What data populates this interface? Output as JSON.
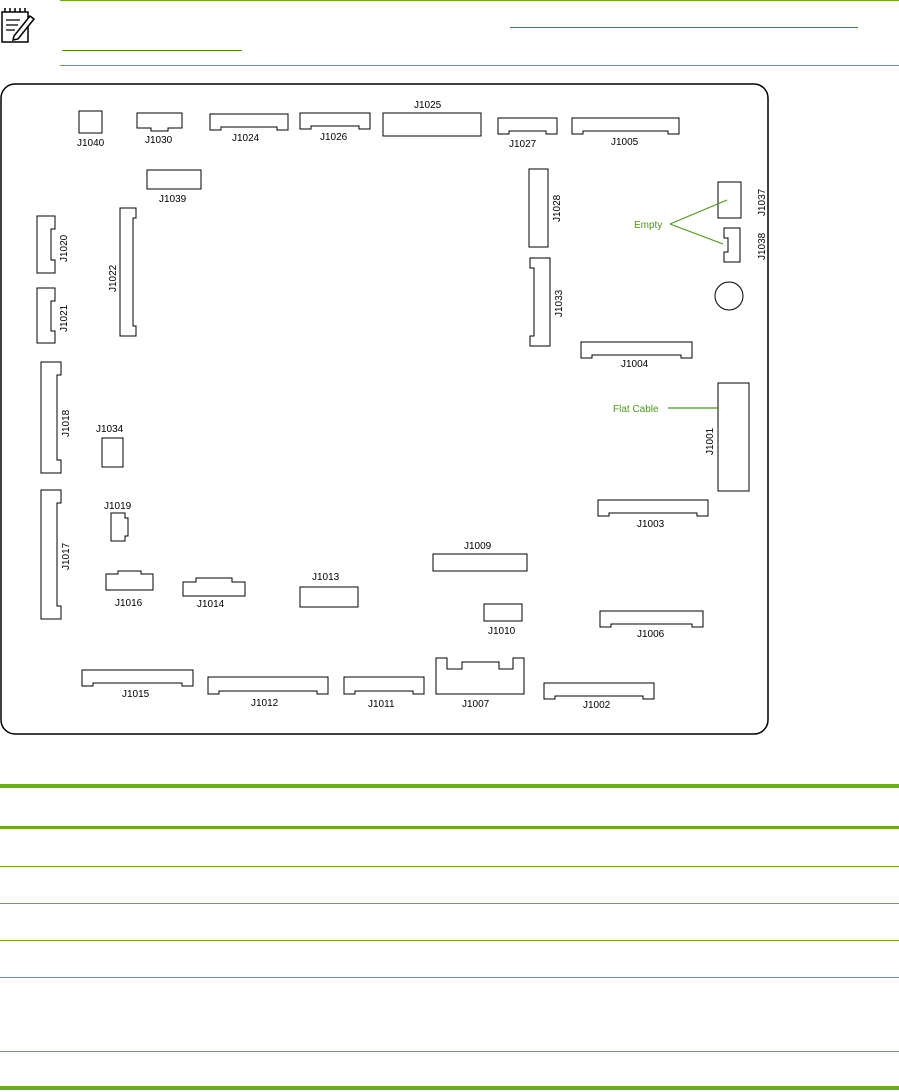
{
  "note": {
    "icon": "note-pencil-icon",
    "text": "",
    "link_text": ""
  },
  "colors": {
    "accent": "#6aac1c",
    "callout": "#4a9a14",
    "board_outline": "#000000"
  },
  "diagram": {
    "callouts": {
      "empty": "Empty",
      "flat_cable": "Flat Cable"
    },
    "connectors": {
      "J1040": "J1040",
      "J1030": "J1030",
      "J1024": "J1024",
      "J1026": "J1026",
      "J1025": "J1025",
      "J1027": "J1027",
      "J1005": "J1005",
      "J1039": "J1039",
      "J1028": "J1028",
      "J1037": "J1037",
      "J1038": "J1038",
      "J1020": "J1020",
      "J1022": "J1022",
      "J1021": "J1021",
      "J1033": "J1033",
      "J1004": "J1004",
      "J1018": "J1018",
      "J1034": "J1034",
      "J1001": "J1001",
      "J1019": "J1019",
      "J1017": "J1017",
      "J1003": "J1003",
      "J1009": "J1009",
      "J1016": "J1016",
      "J1014": "J1014",
      "J1013": "J1013",
      "J1010": "J1010",
      "J1006": "J1006",
      "J1015": "J1015",
      "J1012": "J1012",
      "J1011": "J1011",
      "J1007": "J1007",
      "J1002": "J1002"
    }
  },
  "table": {
    "rows": [
      "",
      "",
      "",
      "",
      "",
      ""
    ]
  }
}
